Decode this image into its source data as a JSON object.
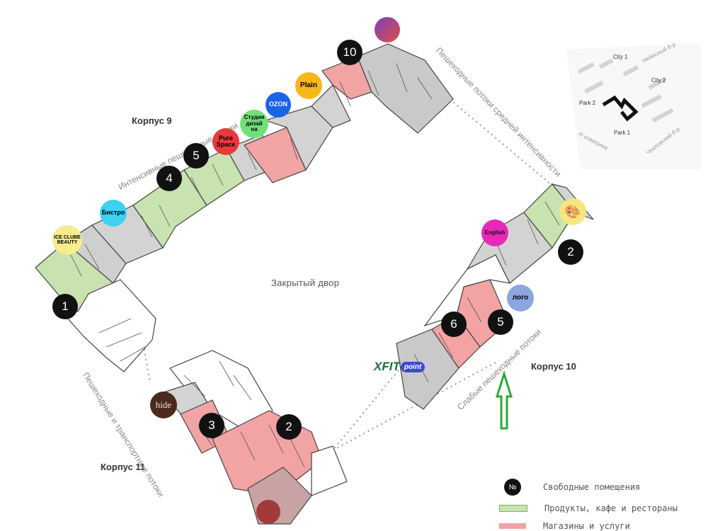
{
  "buildings": {
    "korpus9": "Корпус 9",
    "korpus10": "Корпус 10",
    "korpus11": "Корпус 11"
  },
  "courtyard": "Закрытый двор",
  "flows": {
    "intense": "Интенсивные пешеходные потоки",
    "medium": "Пешеходные потоки средней интенсивности",
    "weak": "Слабые пешеходные потоки",
    "transport": "Пешеходные и транспортные потоки"
  },
  "free_units": {
    "k9": [
      "1",
      "4",
      "5",
      "10"
    ],
    "k10": [
      "2",
      "5",
      "6"
    ],
    "k11": [
      "3",
      "2"
    ]
  },
  "tenants": {
    "ice": "ICE CLUBE BEAUTY",
    "bistro": "Бистро",
    "pure": "Pure Space",
    "studio": "Студия дизай на",
    "ozon": "OZON",
    "plain": "Plain",
    "english": "English",
    "logo": "лого",
    "xfit_x": "XFIT",
    "xfit_point": "point",
    "hide": "hide"
  },
  "legend": {
    "symbol": "№",
    "free": "Свободные помещения",
    "food": "Продукты, кафе и рестораны",
    "shops": "Магазины и услуги"
  },
  "colors": {
    "free": "#111111",
    "food": "#c8e2b0",
    "shops": "#f2a3a3",
    "gray": "#c9c9c9",
    "arrow": "#2fa83a"
  },
  "minimap": {
    "city1": "City 1",
    "city2": "City 2",
    "park1": "Park 1",
    "park2": "Park 2",
    "street1": "Небесный б-р",
    "street2": "Чкаловский б-р",
    "street3": "Н освагрека"
  }
}
